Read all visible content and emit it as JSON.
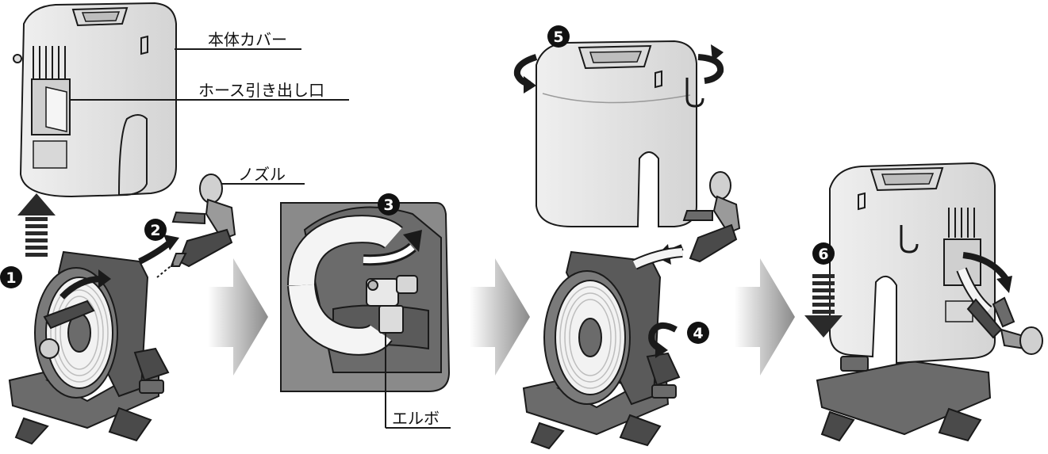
{
  "colors": {
    "cover": "#e6e6e6",
    "cover_shade": "#cfcfcf",
    "reel_dark": "#4a4a4a",
    "reel_mid": "#6b6b6b",
    "reel_light": "#8c8c8c",
    "hose": "#f4f4f4",
    "outline": "#1a1a1a",
    "step_badge": "#111111",
    "flow_arrow": "#9a9a9a"
  },
  "labels": {
    "body_cover": "本体カバー",
    "hose_outlet": "ホース引き出し口",
    "nozzle": "ノズル",
    "elbow": "エルボ"
  },
  "steps": [
    "1",
    "2",
    "3",
    "4",
    "5",
    "6"
  ],
  "icons": [
    "up-arrow-icon",
    "rotate-arrow-icon",
    "flow-arrow-icon",
    "down-arrow-icon",
    "hook-icon"
  ]
}
